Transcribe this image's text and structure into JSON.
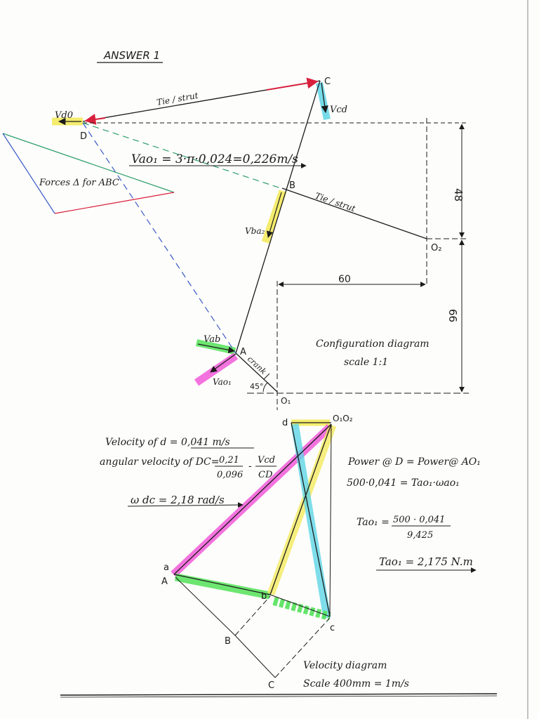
{
  "heading": "ANSWER 1",
  "points": {
    "A": "A",
    "B": "B",
    "C": "C",
    "D": "D",
    "O1": "O₁",
    "O2": "O₂"
  },
  "config": {
    "vd0": "Vd0",
    "vcd": "Vcd",
    "vba": "Vba₂",
    "vab": "Vab",
    "vao1": "Vao₁",
    "tie_top": "Tie / strut",
    "tie_right": "Tie / strut",
    "crank": "crank",
    "angle": "45°",
    "vao_formula": "Vao₁ = 3·π·0,024=0,226m/s",
    "forces": "Forces Δ for ABC",
    "dim_48": "48",
    "dim_60": "60",
    "dim_66": "66",
    "caption_line1": "Configuration diagram",
    "caption_line2": "scale 1:1"
  },
  "velocity_diagram": {
    "label_d": "d",
    "label_o1o2": "O₁O₂",
    "label_a": "a",
    "label_A": "A",
    "label_b": "b",
    "label_c": "c",
    "label_B": "B",
    "label_C": "C",
    "caption_line1": "Velocity diagram",
    "caption_line2": "Scale 400mm = 1m/s"
  },
  "calcs": {
    "vel_d": "Velocity of d = 0,041 m/s",
    "ang_prefix": "angular velocity of DC=",
    "ang_num": "0,21",
    "ang_den": "0,096",
    "ang_dash": "-",
    "ang_num2": "Vcd",
    "ang_den2": "CD",
    "omega": "ω dc = 2,18 rad/s",
    "power": "Power @ D = Power@ AO₁",
    "power_eq": "500·0,041 = Tao₁·ωao₁",
    "tao_prefix": "Tao₁ =",
    "tao_num": "500 · 0,041",
    "tao_den": "9,425",
    "tao_result": "Tao₁ = 2,175 N.m"
  },
  "colors": {
    "yellow": "#f3ea55",
    "cyan": "#5fd6e6",
    "green": "#54e35a",
    "magenta": "#f25bd9",
    "red": "#d81f3c",
    "teal": "#2e9e6a",
    "blue": "#3a58c8",
    "ink": "#1b1b1b"
  }
}
